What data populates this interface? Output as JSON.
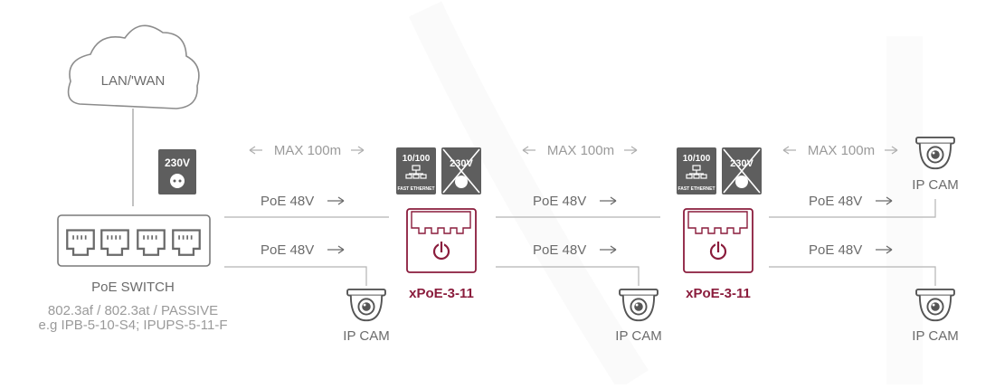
{
  "cloud": {
    "label": "LAN/'WAN"
  },
  "power_badge": {
    "label": "230V"
  },
  "switch": {
    "title": "PoE SWITCH",
    "standards": "802.3af / 802.3at / PASSIVE",
    "examples": "e.g IPB-5-10-S4; IPUPS-5-11-F"
  },
  "distance_labels": [
    "MAX 100m",
    "MAX 100m",
    "MAX 100m"
  ],
  "poe_labels": [
    "PoE 48V",
    "PoE 48V",
    "PoE 48V",
    "PoE 48V",
    "PoE 48V",
    "PoE 48V"
  ],
  "extenders": [
    {
      "name": "xPoE-3-11",
      "speed_top": "10/100",
      "speed_bottom": "FAST ETHERNET",
      "no_power": "230V"
    },
    {
      "name": "xPoE-3-11",
      "speed_top": "10/100",
      "speed_bottom": "FAST ETHERNET",
      "no_power": "230V"
    }
  ],
  "cameras": [
    "IP CAM",
    "IP CAM",
    "IP CAM",
    "IP CAM"
  ],
  "colors": {
    "accent": "#8a1c3c",
    "badge_bg": "#5e5e5e",
    "line": "#9a9a9a",
    "text": "#6b6b6b"
  },
  "icons": [
    "cloud-icon",
    "power-socket-icon",
    "ethernet-port-icon",
    "network-icon",
    "no-power-icon",
    "power-button-icon",
    "dome-camera-icon"
  ]
}
